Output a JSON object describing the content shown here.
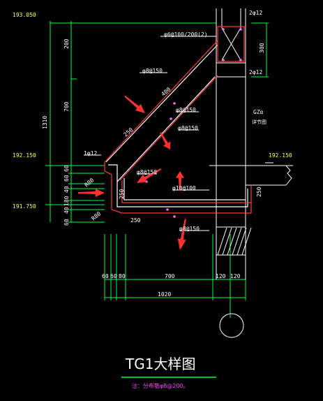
{
  "title": "TG1大样图",
  "note": "注：分布筋φ8@200。",
  "colors": {
    "background": "#000000",
    "concrete_outline": "#ff3b3b",
    "rebar": "#ffffff",
    "dimension": "#00ff4c",
    "text": "#ffffff",
    "elevation_text": "#ffff66",
    "arrow": "#ff3030",
    "note_text": "#ff44ff",
    "structure_lines": "#ffffff"
  },
  "elevations": {
    "top": "193.050",
    "mid_left": "192.150",
    "mid_right": "192.150",
    "bottom": "191.750"
  },
  "vertical_dims": {
    "total": "1310",
    "d200": "200",
    "d700": "700",
    "d60a": "60",
    "d60b": "60",
    "d40a": "40",
    "d180": "180",
    "d40b": "40",
    "d60c": "60",
    "d300": "300",
    "d250": "250"
  },
  "rebar_labels": {
    "top_bars": "2φ12",
    "bottom_bars": "2φ12",
    "stirrup_beam": "φ6@100/200(2)",
    "phi8_150_upper": "φ8@150",
    "phi8_150_mid": "φ8@150",
    "phi8_150_lower": "φ8@150",
    "phi10_100": "φ10@100",
    "phi8_150_diag": "φ8@150",
    "phi12_left": "1φ12",
    "r80_a": "R80",
    "r80_b": "R80",
    "dim_250_diag": "250",
    "dim_400": "400",
    "dim_250_web": "250",
    "dim_250_bottom": "250",
    "column_code": "GZα",
    "column_note": "详节图"
  },
  "horizontal_dims": {
    "d60a": "60",
    "d60b": "60",
    "d80": "80",
    "d700": "700",
    "d120a": "120",
    "d120b": "120",
    "total": "1020"
  },
  "axis_label": ""
}
